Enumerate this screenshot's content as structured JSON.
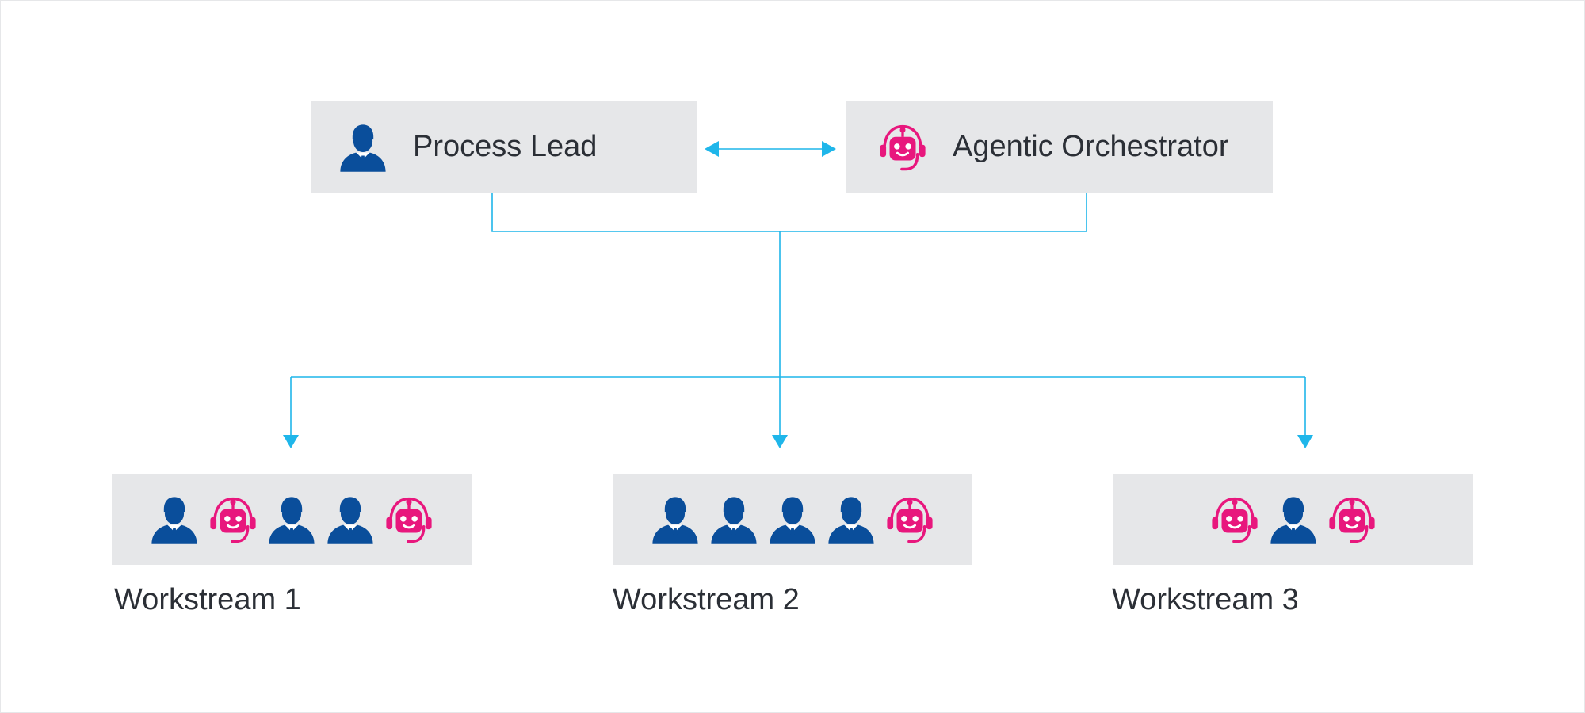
{
  "colors": {
    "human": "#0a4e9b",
    "agent": "#e8177d",
    "connector": "#1fb6ea",
    "box": "#e6e7e9",
    "text": "#2b2f36"
  },
  "top": {
    "process_lead": {
      "label": "Process Lead",
      "icon": "person-icon"
    },
    "orchestrator": {
      "label": "Agentic Orchestrator",
      "icon": "robot-headset-icon"
    }
  },
  "workstreams": [
    {
      "label": "Workstream 1",
      "members": [
        "human",
        "agent",
        "human",
        "human",
        "agent"
      ]
    },
    {
      "label": "Workstream 2",
      "members": [
        "human",
        "human",
        "human",
        "human",
        "agent"
      ]
    },
    {
      "label": "Workstream 3",
      "members": [
        "agent",
        "human",
        "agent"
      ]
    }
  ]
}
